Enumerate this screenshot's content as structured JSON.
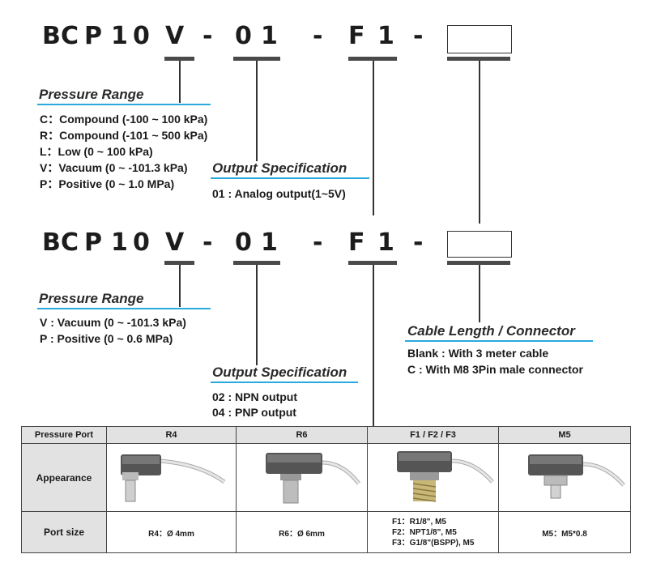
{
  "codes": {
    "top": [
      "B",
      "C",
      "P",
      "1",
      "0",
      "V",
      "-",
      "0",
      "1",
      "-",
      "F",
      "1",
      "-"
    ],
    "bottom": [
      "B",
      "C",
      "P",
      "1",
      "0",
      "V",
      "-",
      "0",
      "1",
      "-",
      "F",
      "1",
      "-"
    ]
  },
  "top_section": {
    "pressure_range": {
      "title": "Pressure Range",
      "options": [
        "C：Compound (-100 ~ 100 kPa)",
        "R：Compound (-101 ~ 500 kPa)",
        "L：Low (0 ~ 100 kPa)",
        "V：Vacuum (0 ~ -101.3 kPa)",
        "P：Positive (0 ~ 1.0 MPa)"
      ]
    },
    "output_spec": {
      "title": "Output Specification",
      "options": [
        "01 : Analog output(1~5V)"
      ]
    }
  },
  "bottom_section": {
    "pressure_range": {
      "title": "Pressure Range",
      "options": [
        "V : Vacuum (0 ~ -101.3 kPa)",
        "P : Positive (0 ~ 0.6 MPa)"
      ]
    },
    "output_spec": {
      "title": "Output Specification",
      "options": [
        "02 : NPN output",
        "04 : PNP output"
      ]
    },
    "cable": {
      "title": "Cable Length / Connector",
      "options": [
        "Blank : With 3 meter cable",
        "C : With M8 3Pin male connector"
      ]
    }
  },
  "port_table": {
    "headers": [
      "Pressure Port",
      "R4",
      "R6",
      "F1 / F2 / F3",
      "M5"
    ],
    "row_labels": [
      "Appearance",
      "Port size"
    ],
    "port_sizes": {
      "r4": "R4：Ø 4mm",
      "r6": "R6：Ø 6mm",
      "f": [
        "F1：R1/8\", M5",
        "F2：NPT1/8\", M5",
        "F3：G1/8\"(BSPP), M5"
      ],
      "m5": "M5：M5*0.8"
    }
  },
  "colors": {
    "accent_underline": "#2aa9dd",
    "text": "#1a1a1a",
    "table_header_bg": "#e2e2e2"
  }
}
